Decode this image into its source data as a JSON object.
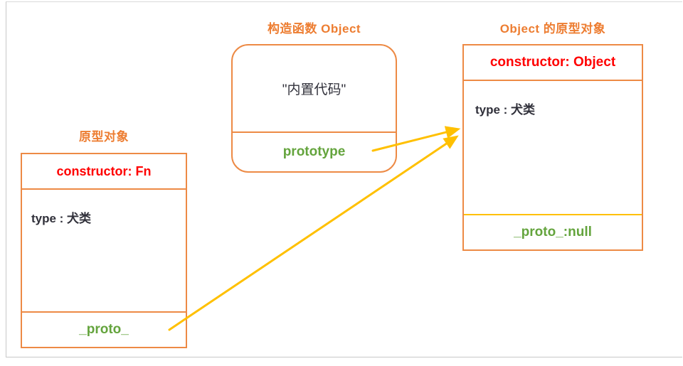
{
  "colors": {
    "accent_orange": "#ED7D31",
    "border_orange": "#ED8A45",
    "label_red": "#FF0000",
    "label_green": "#64A43D",
    "arrow_gold": "#FFC000",
    "text_dark": "#30303A",
    "frame_gray": "#C8C8C8"
  },
  "boxes": {
    "fn_prototype": {
      "title": "原型对象",
      "constructor_label": "constructor: Fn",
      "type_label": "type : 犬类",
      "proto_label": "_proto_"
    },
    "object_constructor": {
      "title": "构造函数 Object",
      "body": "\"内置代码\"",
      "prototype_label": "prototype"
    },
    "object_prototype": {
      "title": "Object 的原型对象",
      "constructor_label": "constructor: Object",
      "type_label": "type : 犬类",
      "proto_label": "_proto_:null"
    }
  },
  "arrows": [
    {
      "name": "prototype-to-object-prototype",
      "from": "object_constructor.prototype_label",
      "to": "object_prototype"
    },
    {
      "name": "proto-to-object-prototype",
      "from": "fn_prototype.proto_label",
      "to": "object_prototype"
    }
  ]
}
